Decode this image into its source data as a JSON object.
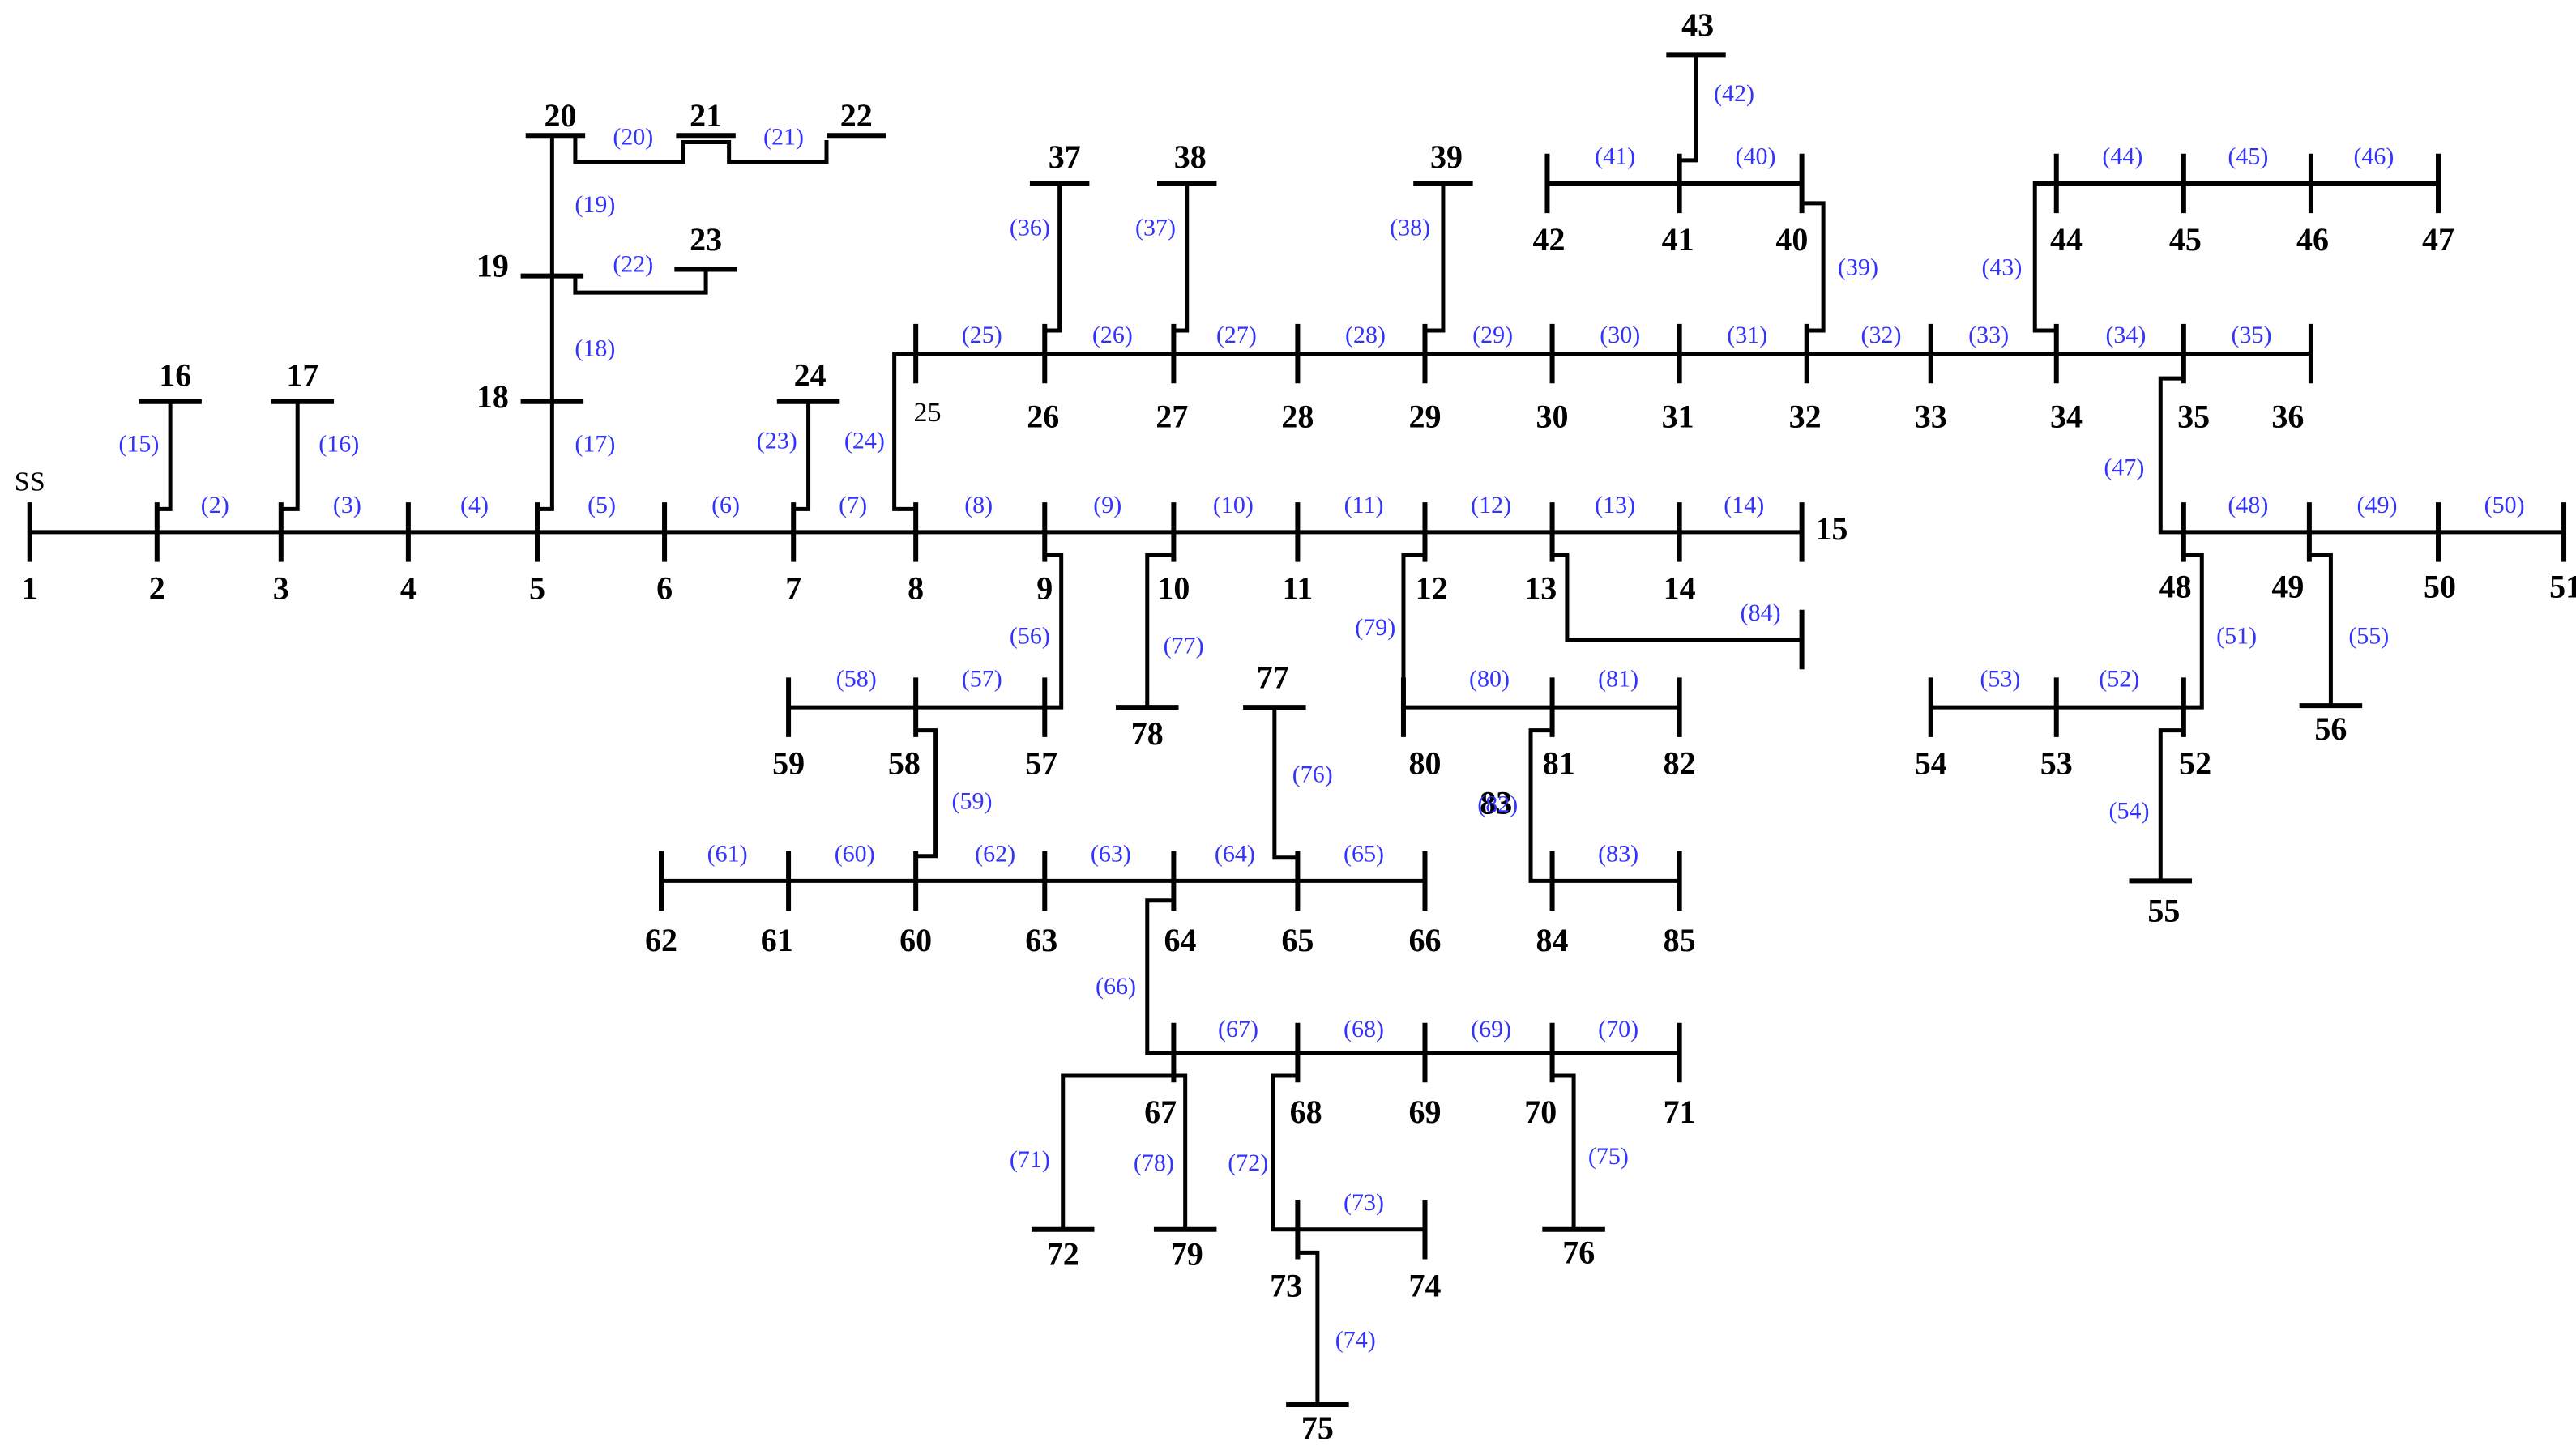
{
  "source_label": "SS",
  "bus_labels": [
    "1",
    "2",
    "3",
    "4",
    "5",
    "6",
    "7",
    "8",
    "9",
    "10",
    "11",
    "12",
    "13",
    "14",
    "15",
    "16",
    "17",
    "18",
    "19",
    "20",
    "21",
    "22",
    "23",
    "24",
    "25",
    "26",
    "27",
    "28",
    "29",
    "30",
    "31",
    "32",
    "33",
    "34",
    "35",
    "36",
    "37",
    "38",
    "39",
    "40",
    "41",
    "42",
    "43",
    "44",
    "45",
    "46",
    "47",
    "48",
    "49",
    "50",
    "51",
    "52",
    "53",
    "54",
    "55",
    "56",
    "57",
    "58",
    "59",
    "60",
    "61",
    "62",
    "63",
    "64",
    "65",
    "66",
    "67",
    "68",
    "69",
    "70",
    "71",
    "72",
    "73",
    "74",
    "75",
    "76",
    "77",
    "78",
    "79",
    "80",
    "81",
    "82",
    "83",
    "84",
    "85"
  ],
  "branch_labels": [
    "(2)",
    "(3)",
    "(4)",
    "(5)",
    "(6)",
    "(7)",
    "(8)",
    "(9)",
    "(10)",
    "(11)",
    "(12)",
    "(13)",
    "(14)",
    "(15)",
    "(16)",
    "(17)",
    "(18)",
    "(19)",
    "(20)",
    "(21)",
    "(22)",
    "(23)",
    "(24)",
    "(25)",
    "(26)",
    "(27)",
    "(28)",
    "(29)",
    "(30)",
    "(31)",
    "(32)",
    "(33)",
    "(34)",
    "(35)",
    "(36)",
    "(37)",
    "(38)",
    "(39)",
    "(40)",
    "(41)",
    "(42)",
    "(43)",
    "(44)",
    "(45)",
    "(46)",
    "(47)",
    "(48)",
    "(49)",
    "(50)",
    "(51)",
    "(52)",
    "(53)",
    "(54)",
    "(55)",
    "(56)",
    "(57)",
    "(58)",
    "(59)",
    "(60)",
    "(61)",
    "(62)",
    "(63)",
    "(64)",
    "(65)",
    "(66)",
    "(67)",
    "(68)",
    "(69)",
    "(70)",
    "(71)",
    "(72)",
    "(73)",
    "(74)",
    "(75)",
    "(76)",
    "(77)",
    "(78)",
    "(79)",
    "(80)",
    "(81)",
    "(82)",
    "(83)",
    "(84)"
  ],
  "colors": {
    "line": "#000000",
    "branch_label": "#3333ff"
  }
}
